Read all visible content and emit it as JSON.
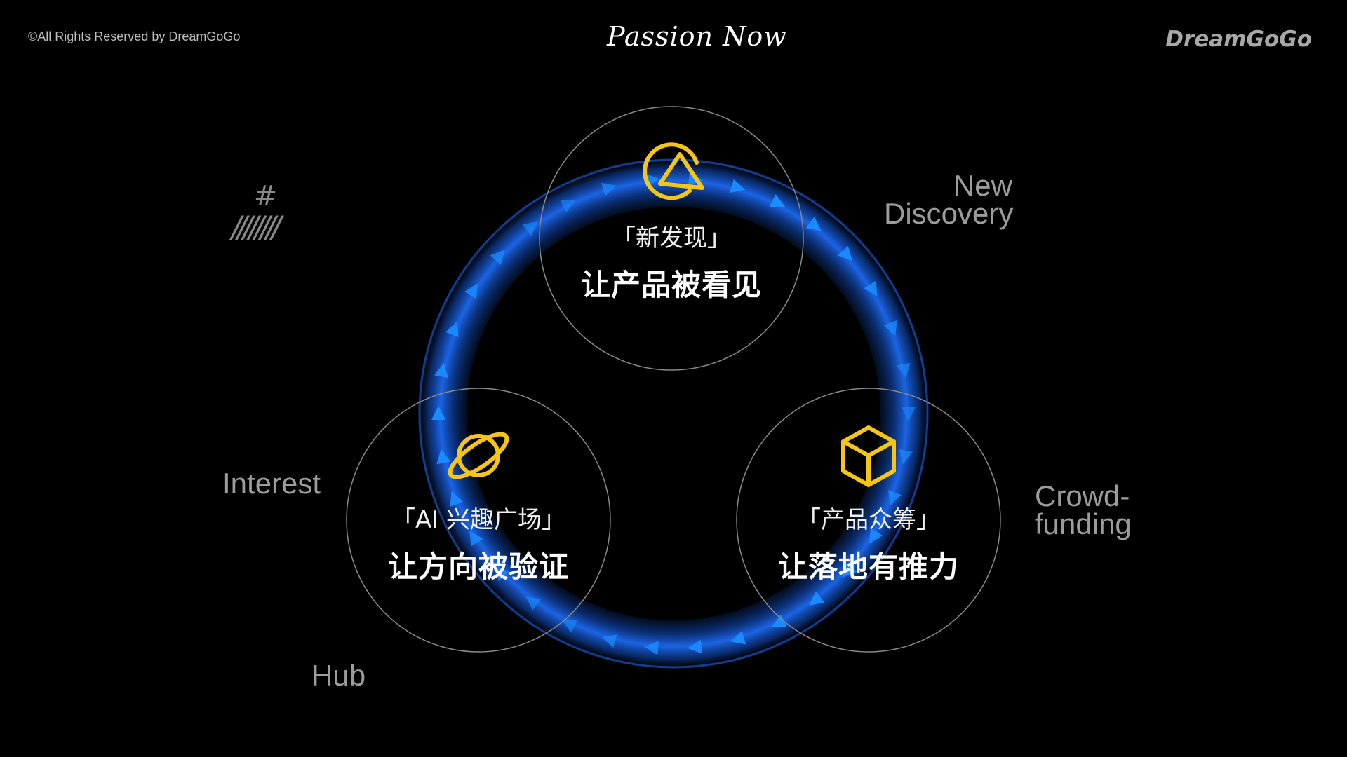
{
  "header": {
    "copyright": "©All Rights Reserved by DreamGoGo",
    "center_logo": "Passion Now",
    "right_logo": "DreamGoGo"
  },
  "decoration": {
    "hash": "#",
    "slashes": "////////"
  },
  "labels": {
    "new_discovery_line1": "New",
    "new_discovery_line2": "Discovery",
    "interest": "Interest",
    "hub": "Hub",
    "crowdfunding_line1": "Crowd-",
    "crowdfunding_line2": "funding"
  },
  "nodes": [
    {
      "subtitle": "「新发现」",
      "title": "让产品被看见",
      "icon": "megaphone-icon"
    },
    {
      "subtitle": "「AI 兴趣广场」",
      "title": "让方向被验证",
      "icon": "planet-icon"
    },
    {
      "subtitle": "「产品众筹」",
      "title": "让落地有推力",
      "icon": "cube-icon"
    }
  ],
  "colors": {
    "background": "#000000",
    "ring_blue": "#1e6fff",
    "arrow_blue": "#1a8cff",
    "icon_yellow": "#f5c518",
    "circle_stroke": "#8a8a8a"
  }
}
